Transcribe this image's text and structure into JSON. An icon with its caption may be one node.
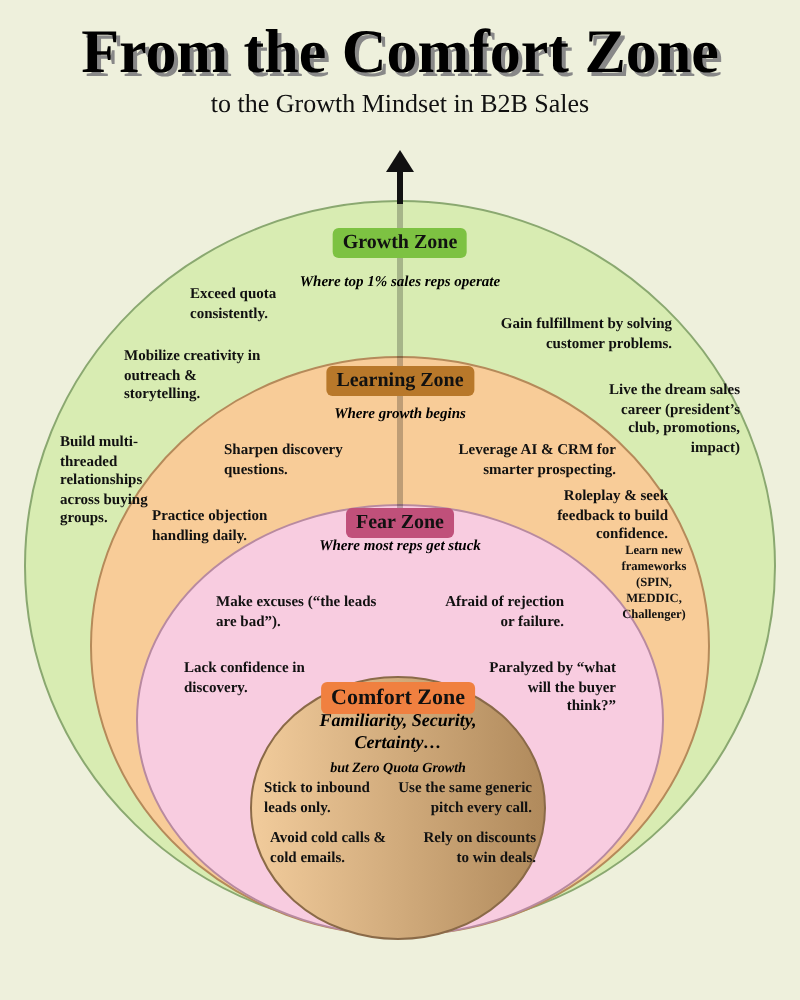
{
  "diagram": {
    "title": "From the Comfort Zone",
    "nodes": [
      {
        "text": [
          "Growth Zone",
          "Where top 1% sales reps operate"
        ]
      },
      {
        "text": [
          "Learning Zone",
          "Where growth begins"
        ],
        "in": 0
      },
      {
        "text": [
          "Fear Zone",
          "Where most reps get stuck"
        ],
        "in": 1
      },
      {
        "text": [
          "Comfort Zone",
          "Familiarity, Security, Certainty…",
          "but Zero Quota Growth"
        ],
        "in": 2
      }
    ],
    "edges": [],
    "labels": [
      "to the Growth Mindset in B2B Sales",
      "Exceed quota consistently.",
      "Gain fulfillment by solving customer problems.",
      "Mobilize creativity in outreach & storytelling.",
      "Live the dream sales career (president’s club, promotions, impact)",
      "Build multi-threaded relationships across buying groups.",
      "Sharpen discovery questions.",
      "Leverage AI & CRM for smarter prospecting.",
      "Practice objection handling daily.",
      "Roleplay & seek feedback to build confidence.",
      "Learn new frameworks (SPIN, MEDDIC, Challenger)",
      "Make excuses (“the leads are bad”).",
      "Afraid of rejection or failure.",
      "Lack confidence in discovery.",
      "Paralyzed by “what will the buyer think?”",
      "Stick to inbound leads only.",
      "Use the same generic pitch every call.",
      "Avoid cold calls & cold emails.",
      "Rely on discounts to win deals."
    ]
  }
}
